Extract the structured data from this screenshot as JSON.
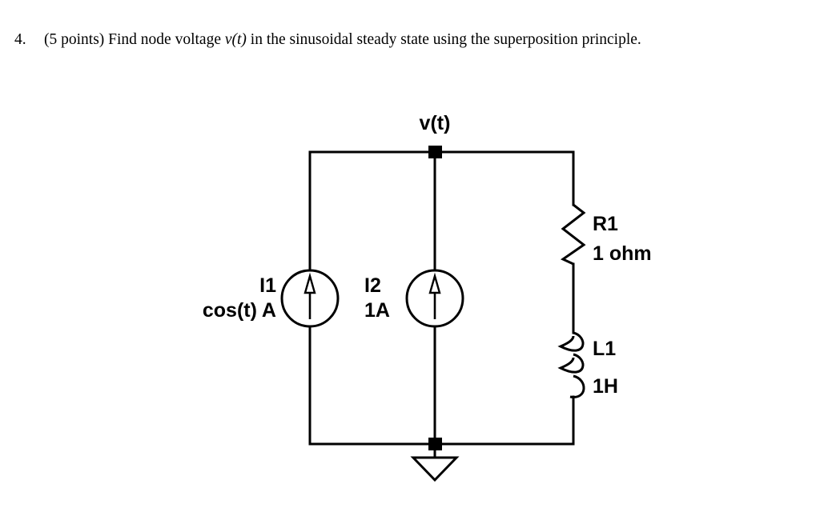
{
  "document": {
    "question": {
      "number": "4.",
      "text_before_italic": "(5 points) Find node voltage ",
      "italic_term": "v(t)",
      "text_after_italic": " in the sinusoidal steady state using the superposition principle."
    }
  },
  "circuit": {
    "node_label": "v(t)",
    "sources": [
      {
        "id": "I1",
        "name": "I1",
        "value": "cos(t) A",
        "symbol": "current-source",
        "arrow_direction": "up"
      },
      {
        "id": "I2",
        "name": "I2",
        "value": "1A",
        "symbol": "current-source",
        "arrow_direction": "up"
      }
    ],
    "components": [
      {
        "id": "R1",
        "name": "R1",
        "value": "1 ohm",
        "symbol": "resistor-zigzag"
      },
      {
        "id": "L1",
        "name": "L1",
        "value": "1H",
        "symbol": "inductor-coil"
      }
    ],
    "ground": {
      "symbol": "ground-triangle"
    },
    "colors": {
      "wire": "#000000",
      "background": "#ffffff",
      "node_marker": "#000000"
    }
  }
}
